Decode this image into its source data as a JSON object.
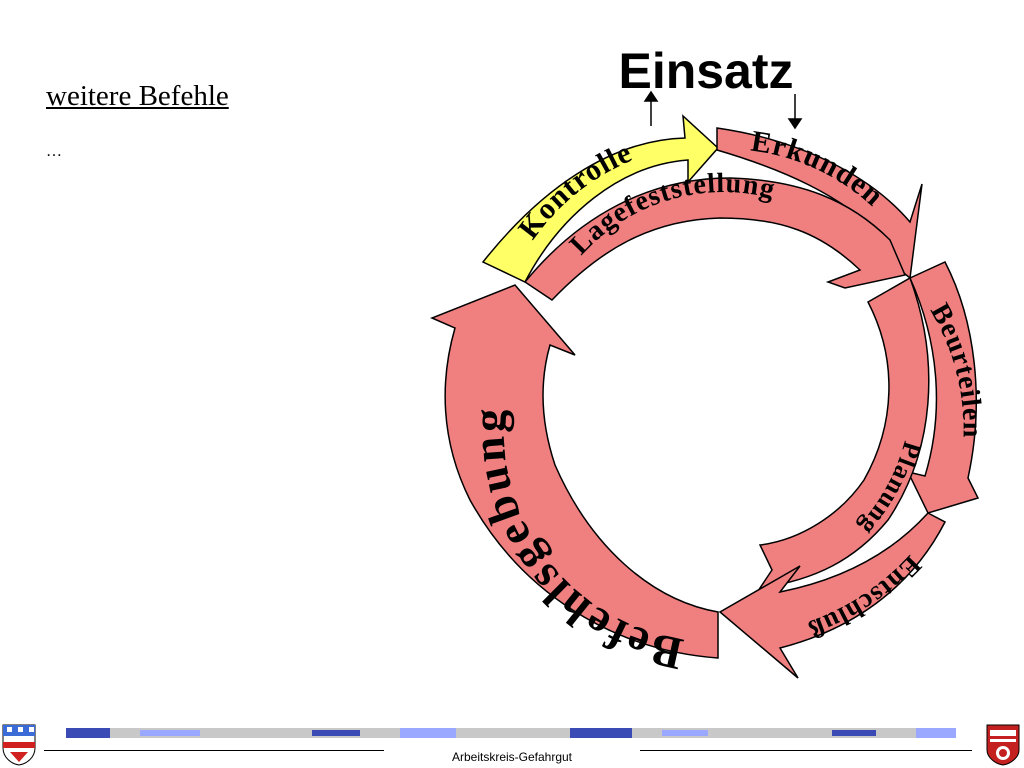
{
  "slide": {
    "heading": "weitere Befehle",
    "body_text": "…"
  },
  "diagram": {
    "title": "Einsatz",
    "segments": {
      "kontrolle": "Kontrolle",
      "erkunden": "Erkunden",
      "lagefeststellung": "Lagefeststellung",
      "beurteilen": "Beurteilen",
      "planung": "Planung",
      "entschluss": "Entschluß",
      "befehlsgebung": "Befehlsgebung"
    },
    "colors": {
      "segment": "#f08080",
      "highlight": "#ffff66",
      "outline": "#000000"
    }
  },
  "footer": {
    "text": "Arbeitskreis-Gefahrgut",
    "stripe_colors": [
      "#3a4bb5",
      "#111111",
      "#9aa8ff",
      "#2ec78f",
      "#c8c8c8",
      "#1b2e8a"
    ]
  }
}
